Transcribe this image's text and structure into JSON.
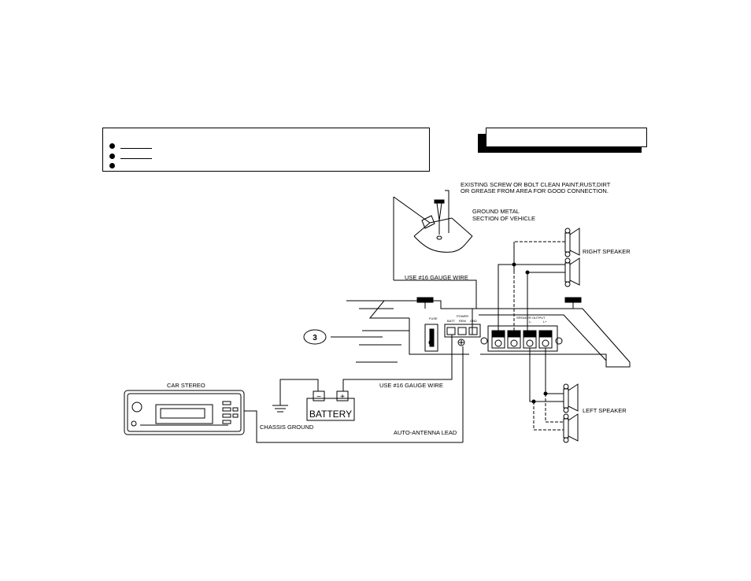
{
  "legend": {
    "items": [
      {
        "bullet": "dot-icon"
      },
      {
        "bullet": "dot-icon"
      },
      {
        "bullet": "dot-icon"
      }
    ]
  },
  "labels": {
    "existing_screw_line1": "EXISTING SCREW OR BOLT CLEAN PAINT,RUST,DIRT",
    "existing_screw_line2": "OR GREASE FROM AREA FOR GOOD CONNECTION.",
    "ground_metal_line1": "GROUND METAL",
    "ground_metal_line2": "SECTION OF VEHICLE",
    "right_speaker": "RIGHT SPEAKER",
    "left_speaker": "LEFT SPEAKER",
    "gauge_wire_top": "USE #16 GAUGE WIRE",
    "gauge_wire_bottom": "USE #16 GAUGE WIRE",
    "car_stereo": "CAR STEREO",
    "chassis_ground": "CHASSIS GROUND",
    "auto_antenna": "AUTO-ANTENNA LEAD",
    "battery": "BATTERY",
    "callout_number": "3",
    "fuse": "FUSE",
    "power": "POWER",
    "batt": "BATT",
    "rem": "REM",
    "gnd": "GND",
    "speaker_output": "SPEAKER OUTPUT",
    "out_l": "L-",
    "out_r": "L+",
    "battery_minus": "−",
    "battery_plus": "+"
  },
  "colors": {
    "ink": "#000000",
    "paper": "#ffffff"
  }
}
